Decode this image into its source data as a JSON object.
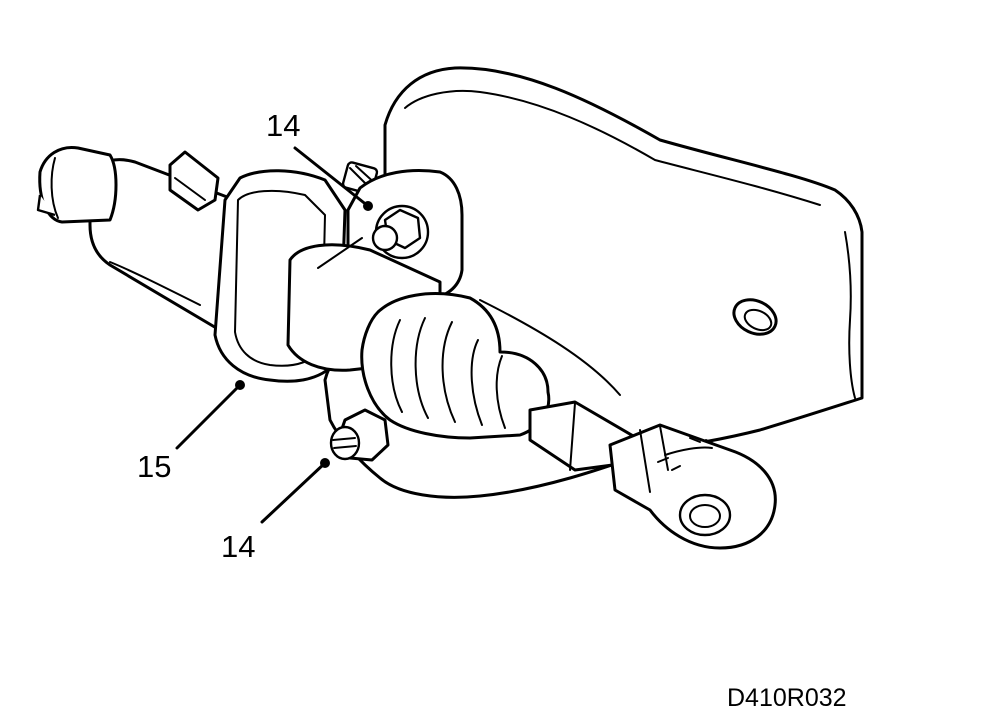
{
  "callouts": [
    {
      "id": "nut-upper",
      "label": "14"
    },
    {
      "id": "master-cylinder",
      "label": "15"
    },
    {
      "id": "nut-lower",
      "label": "14"
    }
  ],
  "figure_code": "D410R032",
  "colors": {
    "line": "#000000",
    "background": "#ffffff"
  }
}
